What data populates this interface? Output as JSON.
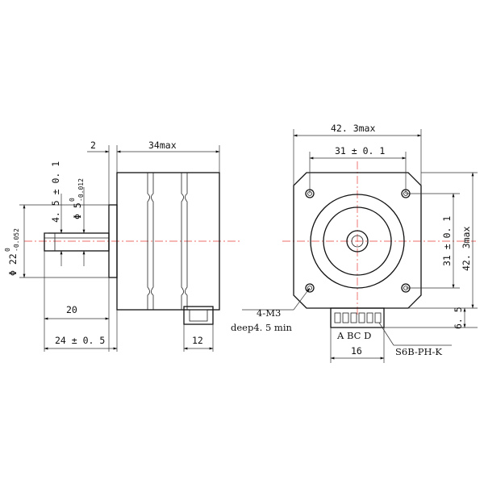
{
  "side_view": {
    "shaft_diameter_label": "Φ 5",
    "shaft_tol_upper": "0",
    "shaft_tol_lower": "-0.012",
    "boss_diameter_label": "Φ 22",
    "boss_tol_upper": "0",
    "boss_tol_lower": "-0.052",
    "flat_label": "4. 5 ± 0. 1",
    "shaft_length_label": "20",
    "overall_shaft_label": "24 ± 0. 5",
    "flange_label": "2",
    "body_length_label": "34max",
    "connector_width_label": "12"
  },
  "front_view": {
    "width_label": "42. 3max",
    "hole_spacing_h_label": "31 ± 0. 1",
    "hole_spacing_v_label": "31 ± 0. 1",
    "height_label": "42. 3max",
    "connector_height_label": "6. 5",
    "mount_holes_label": "4-M3",
    "mount_depth_label": "deep4. 5 min",
    "pin_labels": "A  BC  D",
    "connector_pitch_label": "16",
    "connector_part_label": "S6B-PH-K"
  },
  "colors": {
    "centerline": "#e8403a",
    "line": "#111111"
  }
}
